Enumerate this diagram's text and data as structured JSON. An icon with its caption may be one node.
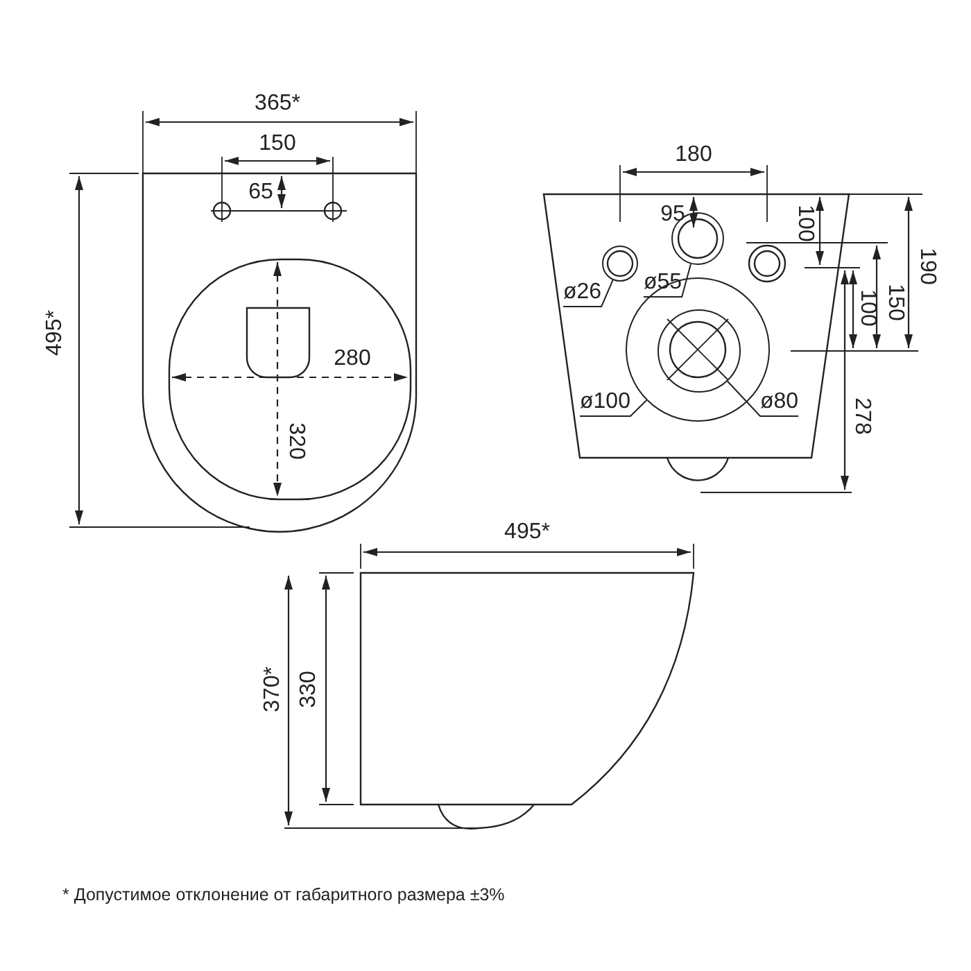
{
  "diagram": {
    "nodes": [
      {
        "text": [
          "ø26"
        ]
      },
      {
        "text": [],
        "shape": "circle"
      },
      {
        "text": [
          "ø55"
        ]
      },
      {
        "text": [],
        "shape": "circle"
      },
      {
        "text": [
          "ø100"
        ]
      },
      {
        "text": [],
        "shape": "circle"
      },
      {
        "text": [
          "ø80"
        ]
      },
      {
        "text": [],
        "shape": "circle",
        "in": 5
      }
    ],
    "edges": [
      {
        "from": 0,
        "to": 1,
        "arrow": "none"
      },
      {
        "from": 2,
        "to": 3,
        "arrow": "none"
      },
      {
        "from": 4,
        "to": 5,
        "arrow": "none"
      },
      {
        "from": 6,
        "to": 7,
        "arrow": "none"
      }
    ],
    "labels": [
      "365*",
      "180",
      "150",
      "95",
      "100",
      "190",
      "65",
      "495*",
      "150",
      "100",
      "280",
      "320",
      "278",
      "495*",
      "370*",
      "330",
      "* Допустимое отклонение от габаритного размера ±3%"
    ]
  }
}
